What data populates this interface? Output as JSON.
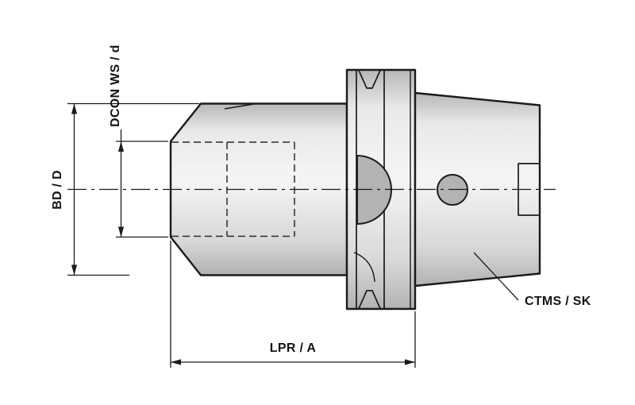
{
  "drawing": {
    "type": "technical-drawing",
    "subject": "End mill tool holder with taper shank, dimensioned side view",
    "labels": {
      "clamp_diameter": "DCON WS / d",
      "body_diameter": "BD / D",
      "projection_length": "LPR / A",
      "shank_taper": "CTMS / SK"
    },
    "colors": {
      "line": "#1b1b1b",
      "metal_light": "#f5f5f5",
      "metal_mid": "#d8d8d8",
      "metal_dark": "#b2b2b2",
      "slot_fill": "#b3b3b3",
      "background": "#ffffff"
    }
  }
}
